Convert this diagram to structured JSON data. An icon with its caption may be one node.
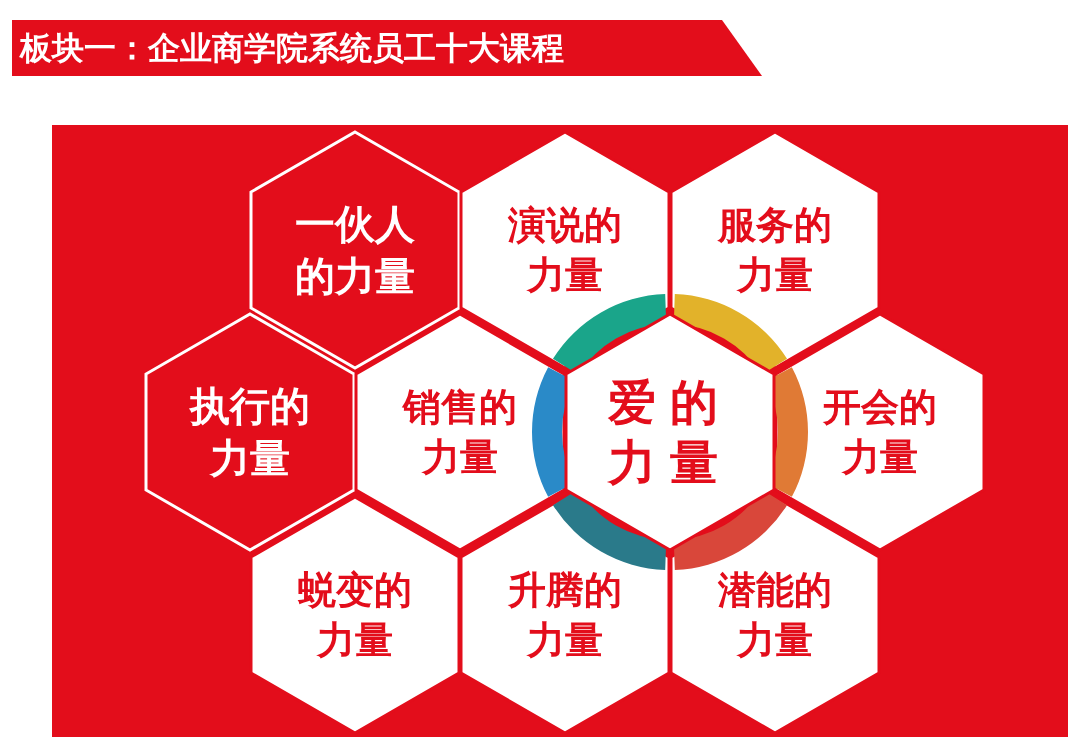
{
  "diagram": {
    "title": "板块一：企业商学院系统员工十大课程",
    "nodes": [
      {
        "text": [
          "一伙人的力量"
        ]
      },
      {
        "text": [
          "演说的力量"
        ]
      },
      {
        "text": [
          "服务的力量"
        ]
      },
      {
        "text": [
          "执行的力量"
        ]
      },
      {
        "text": [
          "销售的力量"
        ]
      },
      {
        "text": [
          "爱的力量"
        ]
      },
      {
        "text": [
          "开会的力量"
        ]
      },
      {
        "text": [
          "蜕变的力量"
        ]
      },
      {
        "text": [
          "升腾的力量"
        ]
      },
      {
        "text": [
          "潜能的力量"
        ]
      }
    ],
    "edges": []
  }
}
